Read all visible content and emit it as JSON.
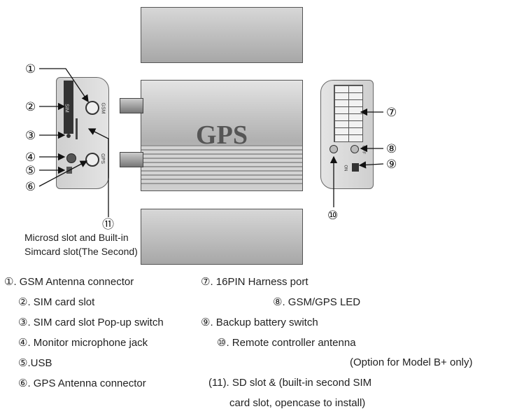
{
  "device": {
    "brand_text": "GPS",
    "left_panel": {
      "gsm_text": "GSM",
      "gps_text": "GPS",
      "sim_text": "SIM"
    },
    "right_panel": {
      "on_text": "ON",
      "off_text": "OFF"
    }
  },
  "callouts": [
    "①",
    "②",
    "③",
    "④",
    "⑤",
    "⑥",
    "⑦",
    "⑧",
    "⑨",
    "⑩",
    "⑪"
  ],
  "sd_caption": {
    "line1": "Microsd slot and Built-in",
    "line2": "Simcard slot(The Second)"
  },
  "legend": {
    "left": [
      "①. GSM Antenna connector",
      "②. SIM card slot",
      "③. SIM card slot Pop-up switch",
      "④. Monitor microphone jack",
      "⑤.USB",
      "⑥. GPS Antenna connector"
    ],
    "right": [
      "⑦. 16PIN Harness port",
      "⑧. GSM/GPS LED",
      "⑨. Backup battery switch",
      "⑩. Remote controller antenna",
      "(Option for Model B+ only)",
      "(11). SD slot & (built-in second SIM",
      "card slot, opencase to install)"
    ]
  }
}
